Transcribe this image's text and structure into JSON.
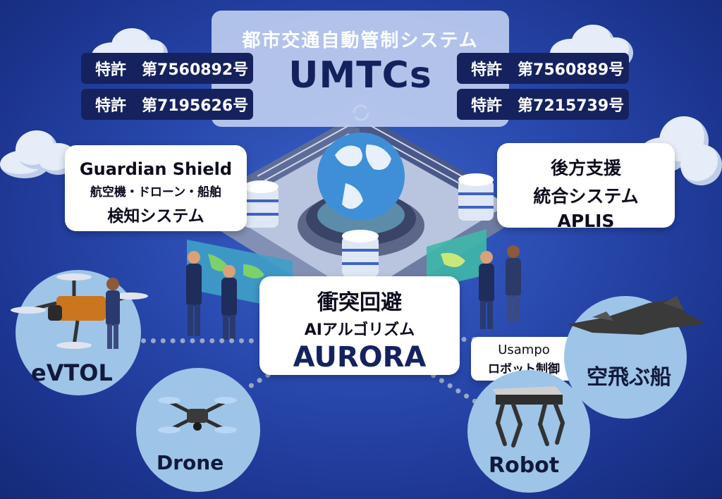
{
  "umtcs": {
    "subtitle": "都市交通自動管制システム",
    "title": "UMTCs"
  },
  "patents": [
    {
      "label": "特許",
      "number": "第7560892号"
    },
    {
      "label": "特許",
      "number": "第7195626号"
    },
    {
      "label": "特許",
      "number": "第7560889号"
    },
    {
      "label": "特許",
      "number": "第7215739号"
    }
  ],
  "guardian": {
    "line1": "Guardian Shield",
    "line2": "航空機・ドローン・船舶",
    "line3": "検知システム"
  },
  "aplis": {
    "line1": "後方支援",
    "line2": "統合システム",
    "line3": "APLIS"
  },
  "aurora": {
    "line1": "衝突回避",
    "line2": "AIアルゴリズム",
    "line3": "AURORA"
  },
  "usampo": {
    "line1": "Usampo",
    "line2": "ロボット制御"
  },
  "circles": {
    "evtol": "eVTOL",
    "drone": "Drone",
    "robot": "Robot",
    "ship": "空飛ぶ船"
  },
  "colors": {
    "background": "#2a4ab0",
    "dark_navy": "#15225e",
    "circle": "#9ec4e8"
  }
}
